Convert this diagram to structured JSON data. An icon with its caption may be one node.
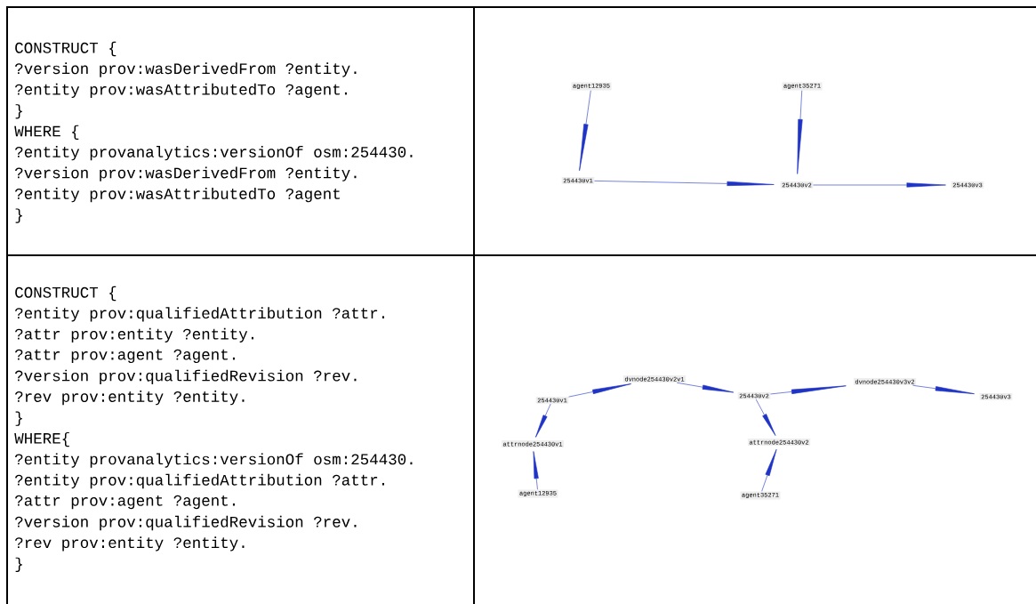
{
  "diagram": {
    "nodes": [
      {
        "text": [
          "agent12935"
        ]
      },
      {
        "text": [
          "agent35271"
        ]
      },
      {
        "text": [
          "254430v1"
        ]
      },
      {
        "text": [
          "254430v2"
        ]
      },
      {
        "text": [
          "254430v3"
        ]
      },
      {
        "text": [
          "dvnode254430v2v1"
        ]
      },
      {
        "text": [
          "dvnode254430v3v2"
        ]
      },
      {
        "text": [
          "254430v1"
        ]
      },
      {
        "text": [
          "254430v2"
        ]
      },
      {
        "text": [
          "254430v3"
        ]
      },
      {
        "text": [
          "attrnode254430v1"
        ]
      },
      {
        "text": [
          "attrnode254430v2"
        ]
      },
      {
        "text": [
          "agent12935"
        ]
      },
      {
        "text": [
          "agent35271"
        ]
      }
    ],
    "edges": [
      {
        "from": 0,
        "to": 2,
        "arrow": "to"
      },
      {
        "from": 1,
        "to": 3,
        "arrow": "to"
      },
      {
        "from": 2,
        "to": 3,
        "arrow": "to"
      },
      {
        "from": 3,
        "to": 4,
        "arrow": "to"
      },
      {
        "from": 7,
        "to": 5,
        "arrow": "to"
      },
      {
        "from": 5,
        "to": 8,
        "arrow": "to"
      },
      {
        "from": 8,
        "to": 6,
        "arrow": "to"
      },
      {
        "from": 6,
        "to": 9,
        "arrow": "to"
      },
      {
        "from": 7,
        "to": 10,
        "arrow": "to"
      },
      {
        "from": 12,
        "to": 10,
        "arrow": "to"
      },
      {
        "from": 8,
        "to": 11,
        "arrow": "to"
      },
      {
        "from": 13,
        "to": 11,
        "arrow": "to"
      }
    ],
    "labels": [
      "CONSTRUCT {",
      "?version prov:wasDerivedFrom ?entity.",
      "?entity prov:wasAttributedTo ?agent.",
      "}",
      "WHERE {",
      "?entity provanalytics:versionOf osm:254430.",
      "?version prov:wasDerivedFrom ?entity.",
      "?entity prov:wasAttributedTo ?agent",
      "}",
      "CONSTRUCT {",
      "?entity prov:qualifiedAttribution ?attr.",
      "?attr prov:entity ?entity.",
      "?attr prov:agent ?agent.",
      "?version prov:qualifiedRevision ?rev.",
      "?rev prov:entity ?entity.",
      "}",
      "WHERE{",
      "?entity provanalytics:versionOf osm:254430.",
      "?entity prov:qualifiedAttribution ?attr.",
      "?attr prov:agent ?agent.",
      "?version prov:qualifiedRevision ?rev.",
      "?rev prov:entity ?entity.",
      "}"
    ]
  }
}
